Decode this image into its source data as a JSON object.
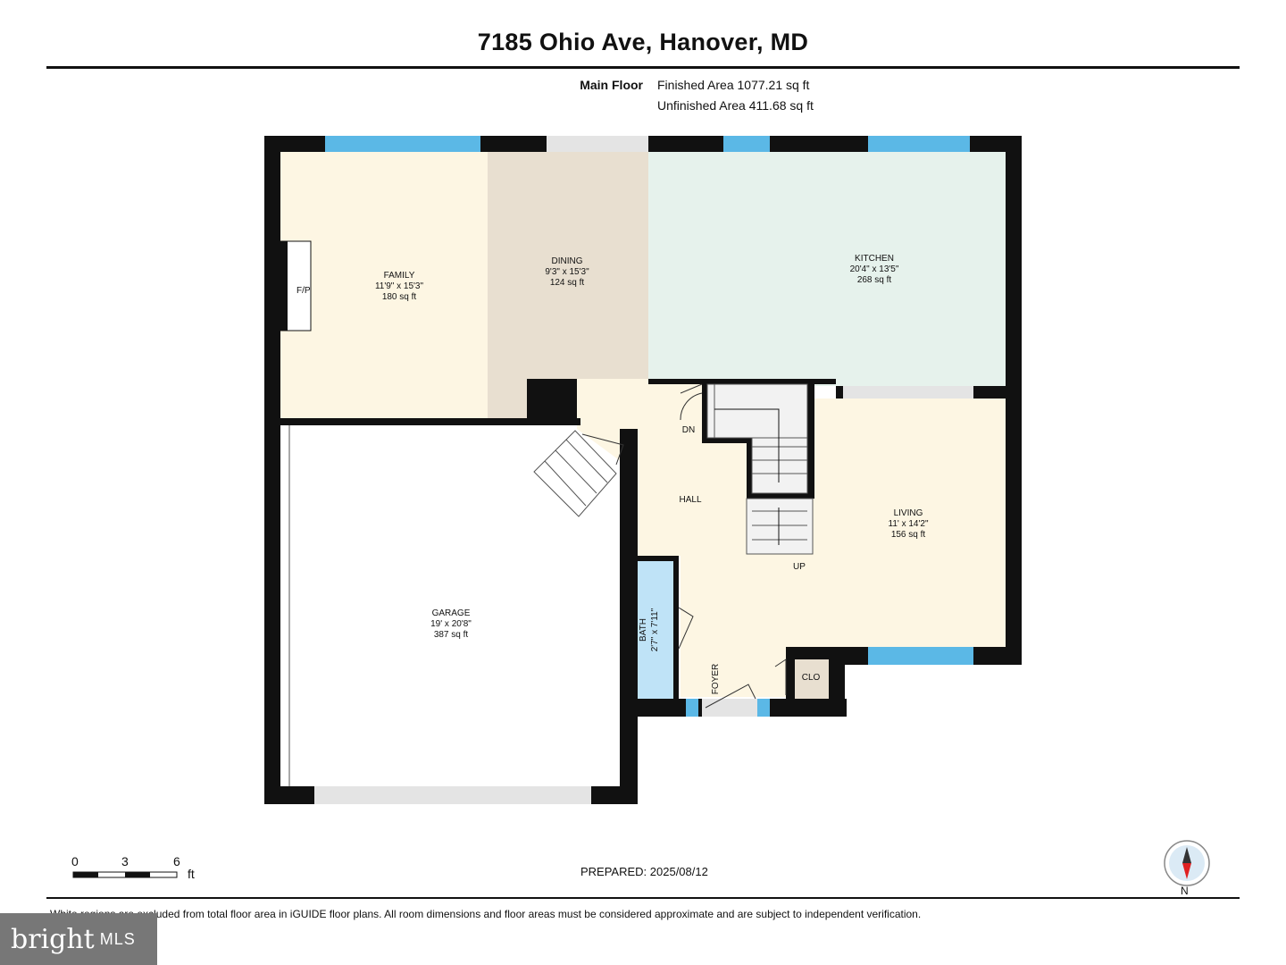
{
  "header": {
    "title": "7185 Ohio Ave, Hanover, MD",
    "floor_name": "Main Floor",
    "finished_area": "Finished Area 1077.21 sq ft",
    "unfinished_area": "Unfinished Area 411.68 sq ft"
  },
  "rooms": {
    "family": {
      "name": "FAMILY",
      "dims": "11'9\" x 15'3\"",
      "area": "180 sq ft",
      "color": "#fdf6e3"
    },
    "dining": {
      "name": "DINING",
      "dims": "9'3\" x 15'3\"",
      "area": "124 sq ft",
      "color": "#e8dfd0"
    },
    "kitchen": {
      "name": "KITCHEN",
      "dims": "20'4\" x 13'5\"",
      "area": "268 sq ft",
      "color": "#e6f2ec"
    },
    "living": {
      "name": "LIVING",
      "dims": "11' x 14'2\"",
      "area": "156 sq ft",
      "color": "#fdf6e3"
    },
    "garage": {
      "name": "GARAGE",
      "dims": "19' x 20'8\"",
      "area": "387 sq ft",
      "color": "#ffffff"
    },
    "hall": {
      "name": "HALL",
      "color": "#fdf6e3"
    },
    "bath": {
      "name": "BATH",
      "dims": "2'7\" x 7'11\"",
      "color": "#bfe3f7"
    },
    "foyer": {
      "name": "FOYER"
    },
    "closet": {
      "name": "CLO",
      "color": "#e8dfd0"
    }
  },
  "labels": {
    "fireplace": "F/P",
    "stairs_down": "DN",
    "stairs_up": "UP"
  },
  "scale": {
    "ticks": [
      "0",
      "3",
      "6"
    ],
    "unit": "ft"
  },
  "footer": {
    "prepared": "PREPARED: 2025/08/12",
    "disclaimer": "White regions are excluded from total floor area in iGUIDE floor plans. All room dimensions and floor areas must be considered approximate and are subject to independent verification.",
    "compass_label": "N",
    "logo_brand": "bright",
    "logo_suffix": "MLS"
  },
  "colors": {
    "wall": "#111111",
    "window": "#5bb8e6"
  }
}
